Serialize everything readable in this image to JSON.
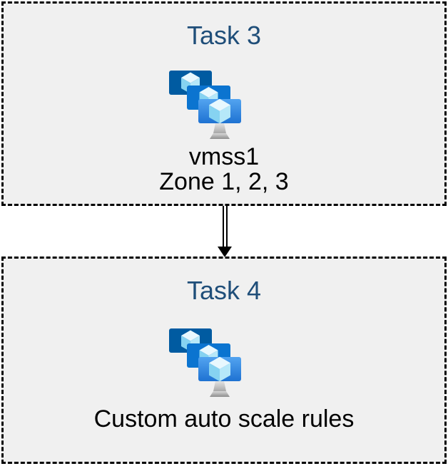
{
  "diagram": {
    "task3": {
      "title": "Task 3",
      "icon": "vm-scale-sets-icon",
      "vm_name": "vmss1",
      "zones": "Zone 1, 2, 3"
    },
    "task4": {
      "title": "Task 4",
      "icon": "vm-scale-sets-icon",
      "caption": "Custom auto scale rules"
    },
    "connector": {
      "type": "double-line-arrow",
      "direction": "down",
      "from": "Task 3",
      "to": "Task 4"
    },
    "colors": {
      "box_background": "#F0F0F0",
      "box_border": "#000000",
      "title_text": "#1F4E79",
      "body_text": "#000000",
      "monitor_back": "#005BA1",
      "monitor_middle": "#0B74D0",
      "monitor_front_top": "#53A4F0",
      "monitor_front_bottom": "#1E72D2",
      "cube_top": "#E8F8FE",
      "cube_left": "#86D3F1",
      "cube_right": "#B6E8F9"
    }
  }
}
